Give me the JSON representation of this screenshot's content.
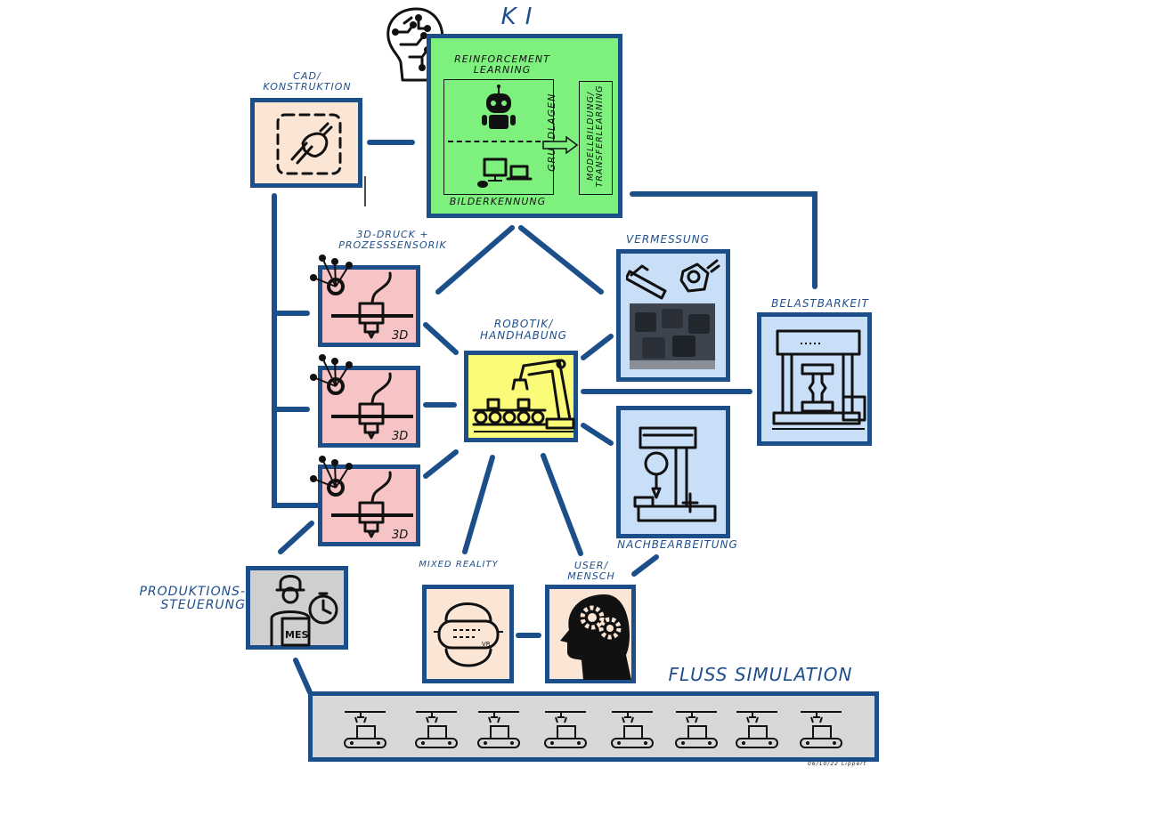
{
  "diagram": {
    "colors": {
      "line": "#1c4f8a",
      "label": "#1f4e8c",
      "ki_fill": "#7ef07e",
      "cad_fill": "#fbe6d6",
      "print_fill": "#f6c4c4",
      "robotics_fill": "#fbfb7a",
      "measure_fill": "#c9def7",
      "mes_fill": "#cfcfcf",
      "human_fill": "#fbe6d6",
      "flow_fill": "#d8d8d8"
    },
    "labels": {
      "ki": "KI",
      "reinforcement_learning": "REINFORCEMENT LEARNING",
      "grundlagen": "GRUNDLAGEN",
      "bilderkennung": "BILDERKENNUNG",
      "modellbildung": "MODELLBILDUNG/ TRANSFERLEARNING",
      "cad": "CAD/ KONSTRUKTION",
      "druck": "3D-DRUCK + PROZESSSENSORIK",
      "druck_tag": "3D",
      "robotik": "ROBOTIK/ HANDHABUNG",
      "vermessung": "VERMESSUNG",
      "belastbarkeit": "BELASTBARKEIT",
      "nachbearbeitung": "NACHBEARBEITUNG",
      "mixed_reality": "MIXED REALITY",
      "vr_tag": "VR",
      "user": "USER/ MENSCH",
      "produktion": "PRODUKTIONS- STEUERUNG",
      "mes_tag": "MES",
      "fluss": "FLUSS SIMULATION",
      "signature": "06/10/22 Lippert"
    },
    "icons": [
      "ai-head-icon",
      "robot-icon",
      "computer-icon",
      "gear-shaft-icon",
      "printer-head-icon",
      "sensor-icon",
      "robot-arm-icon",
      "gauge-block-icon",
      "dice-photo",
      "press-icon",
      "drill-press-icon",
      "vr-headset-icon",
      "head-gears-icon",
      "worker-clipboard-icon",
      "stopwatch-icon",
      "conveyor-icon"
    ]
  }
}
